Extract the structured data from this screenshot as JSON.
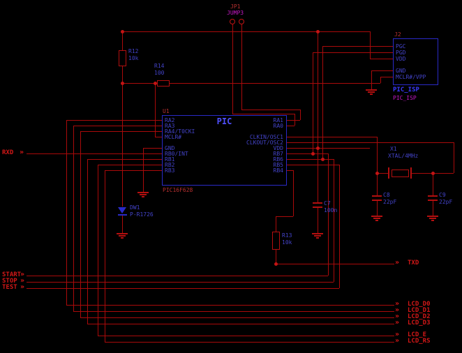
{
  "palette": {
    "background": "#000000",
    "wire_red": "#aa0a0a",
    "bright_red": "#d31717",
    "component_blue": "#4343c8",
    "box_blue": "#2a2ac8",
    "title_blue": "#5050ff",
    "magenta": "#c619c6",
    "designator_red": "#b93030"
  },
  "jumper": {
    "designator": "JP1",
    "value": "JUMP3"
  },
  "isp": {
    "designator": "J2",
    "name": "PIC_ISP",
    "value": "PIC_ISP",
    "pins": [
      "PGC",
      "PGD",
      "VDD",
      "GND",
      "MCLR#/VPP"
    ]
  },
  "pic": {
    "designator": "U1",
    "title": "PIC",
    "part": "PIC16F628",
    "left_pins": [
      "RA2",
      "RA3",
      "RA4/T0CKI",
      "MCLR#",
      "GND",
      "RB0/INT",
      "RB1",
      "RB2",
      "RB3"
    ],
    "right_pins": [
      "RA1",
      "RA0",
      "CLKIN/OSC1",
      "CLKOUT/OSC2",
      "VDD",
      "RB7",
      "RB6",
      "RB5",
      "RB4"
    ]
  },
  "resistors": [
    {
      "designator": "R12",
      "value": "10k"
    },
    {
      "designator": "R14",
      "value": "100"
    },
    {
      "designator": "R13",
      "value": "10k"
    }
  ],
  "capacitors": [
    {
      "designator": "C7",
      "value": "100n"
    },
    {
      "designator": "C8",
      "value": "22pF"
    },
    {
      "designator": "C9",
      "value": "22pF"
    }
  ],
  "diode": {
    "designator": "DW1",
    "value": "P-R1726"
  },
  "crystal": {
    "designator": "X1",
    "value": "XTAL/4MHz"
  },
  "ports": {
    "arrow": "»",
    "rxd": "RXD",
    "txd": "TXD",
    "start": "START",
    "stop": "STOP",
    "test": "TEST",
    "lcd": [
      "LCD_D0",
      "LCD_D1",
      "LCD_D2",
      "LCD_D3",
      "LCD_E",
      "LCD_RS"
    ]
  }
}
